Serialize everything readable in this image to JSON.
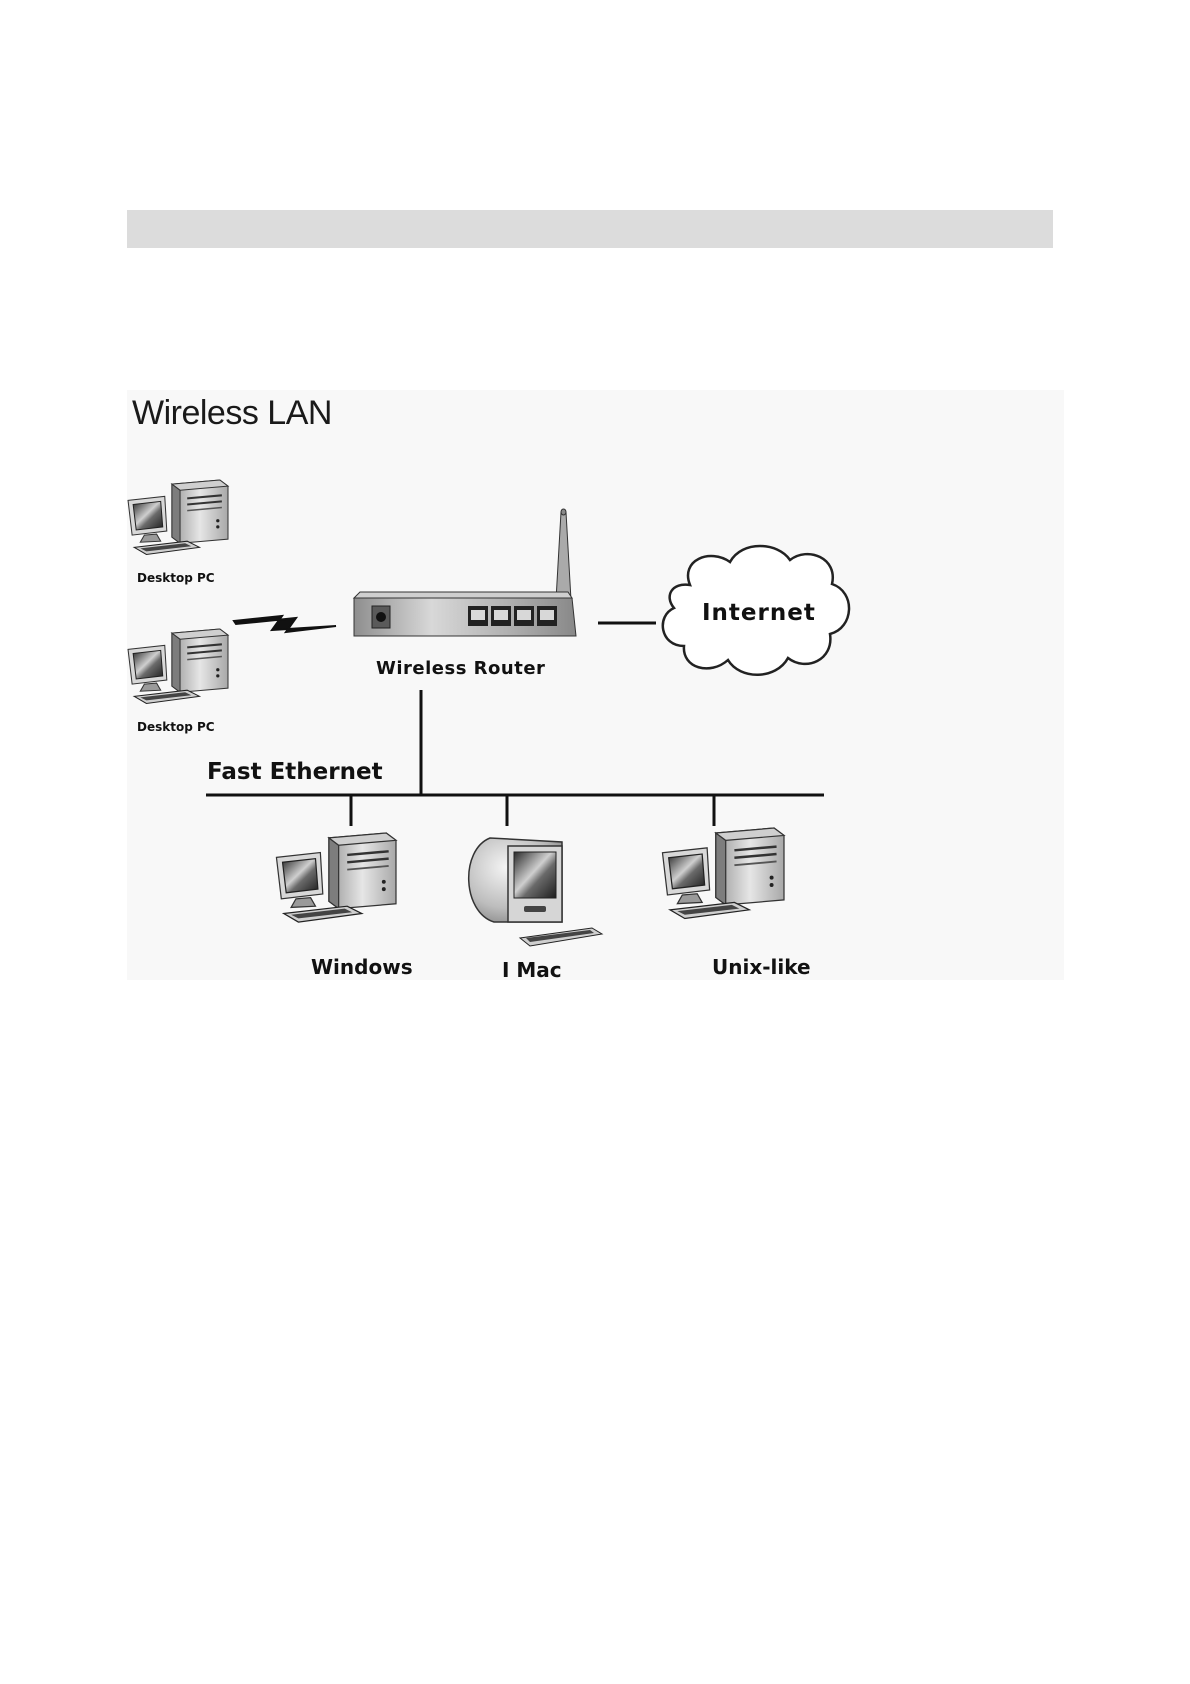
{
  "diagram": {
    "title": "Wireless LAN",
    "nodes": {
      "desktop_pc_1": "Desktop PC",
      "desktop_pc_2": "Desktop PC",
      "router": "Wireless Router",
      "internet": "Internet",
      "ethernet": "Fast Ethernet",
      "windows": "Windows",
      "imac": "I Mac",
      "unix": "Unix-like"
    }
  },
  "colors": {
    "header_band": "#dcdcdc",
    "line": "#1a1a1a"
  }
}
